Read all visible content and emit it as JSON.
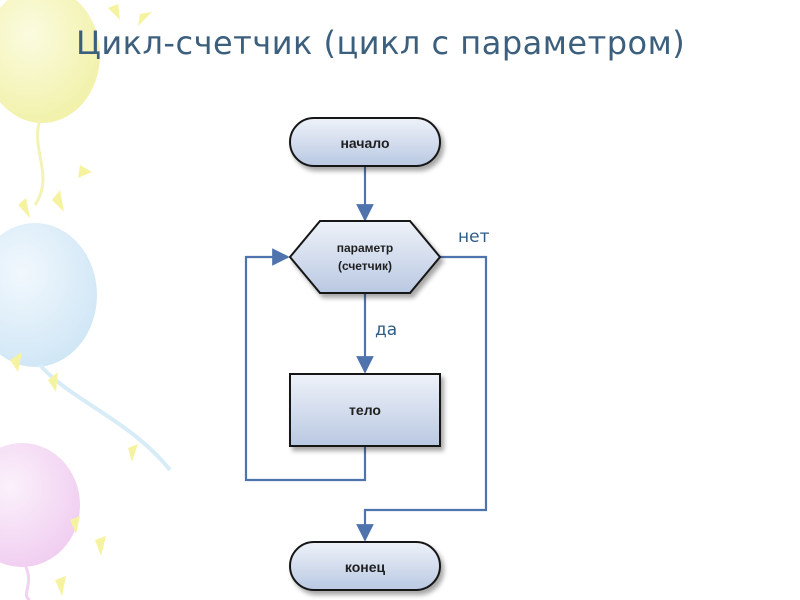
{
  "slide": {
    "title": "Цикл-счетчик (цикл с параметром)"
  },
  "diagram": {
    "start_label": "начало",
    "condition_line1": "параметр",
    "condition_line2": "(счетчик)",
    "body_label": "тело",
    "end_label": "конец",
    "yes_label": "да",
    "no_label": "нет"
  },
  "colors": {
    "title": "#3c5f7d",
    "connector": "#4f73ad",
    "node_fill_light": "#e9eef7",
    "node_fill_dark": "#b7c6e0",
    "node_stroke": "#141414"
  }
}
